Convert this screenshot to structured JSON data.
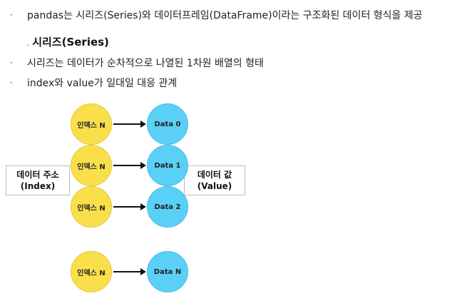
{
  "bullets": {
    "intro": "pandas는 시리즈(Series)와 데이터프레임(DataFrame)이라는 구조화된 데이터 형식을 제공",
    "series_desc": "시리즈는 데이터가 순차적으로 나열된 1차원 배열의 형태",
    "mapping": "index와 value가 일대일 대응 관계",
    "dot": "·"
  },
  "section": {
    "mark": ".",
    "title": "시리즈(Series)"
  },
  "diagram": {
    "index_box": {
      "line1": "데이터 주소",
      "line2": "(Index)"
    },
    "value_box": {
      "line1": "데이터 값",
      "line2": "(Value)"
    },
    "rows": [
      {
        "index": "인덱스 N",
        "value": "Data 0"
      },
      {
        "index": "인덱스 N",
        "value": "Data 1"
      },
      {
        "index": "인덱스 N",
        "value": "Data 2"
      },
      {
        "index": "인덱스 N",
        "value": "Data N"
      }
    ],
    "colors": {
      "index_circle": "#f9e04b",
      "value_circle": "#5bd0f6"
    }
  }
}
